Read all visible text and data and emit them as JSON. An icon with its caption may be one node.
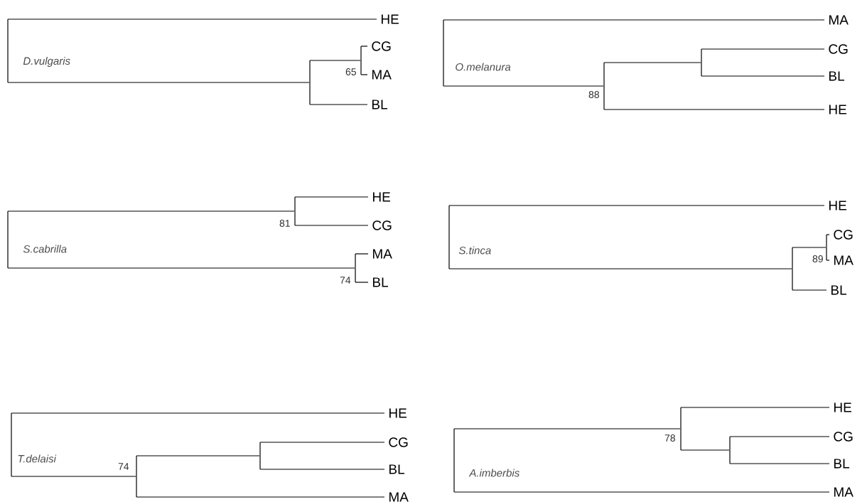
{
  "diagram": {
    "nodes": [
      {
        "text": [],
        "shape": "bar"
      },
      {
        "text": [],
        "shape": "bar"
      },
      {
        "text": [],
        "shape": "bar",
        "beside": [
          "65"
        ]
      },
      {
        "text": [
          "HE"
        ]
      },
      {
        "text": [
          "CG"
        ]
      },
      {
        "text": [
          "MA"
        ]
      },
      {
        "text": [
          "BL"
        ]
      },
      {
        "text": [],
        "shape": "bar"
      },
      {
        "text": [],
        "shape": "bar",
        "beside": [
          "88"
        ]
      },
      {
        "text": [],
        "shape": "bar"
      },
      {
        "text": [
          "MA"
        ]
      },
      {
        "text": [
          "CG"
        ]
      },
      {
        "text": [
          "BL"
        ]
      },
      {
        "text": [
          "HE"
        ]
      },
      {
        "text": [],
        "shape": "bar"
      },
      {
        "text": [],
        "shape": "bar",
        "beside": [
          "81"
        ]
      },
      {
        "text": [],
        "shape": "bar",
        "beside": [
          "74"
        ]
      },
      {
        "text": [
          "HE"
        ]
      },
      {
        "text": [
          "CG"
        ]
      },
      {
        "text": [
          "MA"
        ]
      },
      {
        "text": [
          "BL"
        ]
      },
      {
        "text": [],
        "shape": "bar"
      },
      {
        "text": [],
        "shape": "bar"
      },
      {
        "text": [],
        "shape": "bar",
        "beside": [
          "89"
        ]
      },
      {
        "text": [
          "HE"
        ]
      },
      {
        "text": [
          "CG"
        ]
      },
      {
        "text": [
          "MA"
        ]
      },
      {
        "text": [
          "BL"
        ]
      },
      {
        "text": [],
        "shape": "bar"
      },
      {
        "text": [],
        "shape": "bar",
        "beside": [
          "74"
        ]
      },
      {
        "text": [],
        "shape": "bar"
      },
      {
        "text": [
          "HE"
        ]
      },
      {
        "text": [
          "CG"
        ]
      },
      {
        "text": [
          "BL"
        ]
      },
      {
        "text": [
          "MA"
        ]
      },
      {
        "text": [],
        "shape": "bar"
      },
      {
        "text": [],
        "shape": "bar",
        "beside": [
          "78"
        ]
      },
      {
        "text": [],
        "shape": "bar"
      },
      {
        "text": [
          "HE"
        ]
      },
      {
        "text": [
          "CG"
        ]
      },
      {
        "text": [
          "BL"
        ]
      },
      {
        "text": [
          "MA"
        ]
      }
    ],
    "edges": [
      {
        "from": 0,
        "to": 3,
        "arrow": "none"
      },
      {
        "from": 0,
        "to": 1,
        "arrow": "none"
      },
      {
        "from": 1,
        "to": 2,
        "arrow": "none"
      },
      {
        "from": 2,
        "to": 4,
        "arrow": "none"
      },
      {
        "from": 2,
        "to": 5,
        "arrow": "none"
      },
      {
        "from": 1,
        "to": 6,
        "arrow": "none"
      },
      {
        "from": 7,
        "to": 10,
        "arrow": "none"
      },
      {
        "from": 7,
        "to": 8,
        "arrow": "none"
      },
      {
        "from": 8,
        "to": 9,
        "arrow": "none"
      },
      {
        "from": 9,
        "to": 11,
        "arrow": "none"
      },
      {
        "from": 9,
        "to": 12,
        "arrow": "none"
      },
      {
        "from": 8,
        "to": 13,
        "arrow": "none"
      },
      {
        "from": 14,
        "to": 15,
        "arrow": "none"
      },
      {
        "from": 14,
        "to": 16,
        "arrow": "none"
      },
      {
        "from": 15,
        "to": 17,
        "arrow": "none"
      },
      {
        "from": 15,
        "to": 18,
        "arrow": "none"
      },
      {
        "from": 16,
        "to": 19,
        "arrow": "none"
      },
      {
        "from": 16,
        "to": 20,
        "arrow": "none"
      },
      {
        "from": 21,
        "to": 24,
        "arrow": "none"
      },
      {
        "from": 21,
        "to": 22,
        "arrow": "none"
      },
      {
        "from": 22,
        "to": 23,
        "arrow": "none"
      },
      {
        "from": 23,
        "to": 25,
        "arrow": "none"
      },
      {
        "from": 23,
        "to": 26,
        "arrow": "none"
      },
      {
        "from": 22,
        "to": 27,
        "arrow": "none"
      },
      {
        "from": 28,
        "to": 31,
        "arrow": "none"
      },
      {
        "from": 28,
        "to": 29,
        "arrow": "none"
      },
      {
        "from": 29,
        "to": 30,
        "arrow": "none"
      },
      {
        "from": 30,
        "to": 32,
        "arrow": "none"
      },
      {
        "from": 30,
        "to": 33,
        "arrow": "none"
      },
      {
        "from": 29,
        "to": 34,
        "arrow": "none"
      },
      {
        "from": 35,
        "to": 36,
        "arrow": "none"
      },
      {
        "from": 35,
        "to": 41,
        "arrow": "none"
      },
      {
        "from": 36,
        "to": 38,
        "arrow": "none"
      },
      {
        "from": 36,
        "to": 37,
        "arrow": "none"
      },
      {
        "from": 37,
        "to": 39,
        "arrow": "none"
      },
      {
        "from": 37,
        "to": 40,
        "arrow": "none"
      }
    ],
    "labels": [
      "D.vulgaris",
      "O.melanura",
      "S.cabrilla",
      "S.tinca",
      "T.delaisi",
      "A.imberbis"
    ]
  }
}
